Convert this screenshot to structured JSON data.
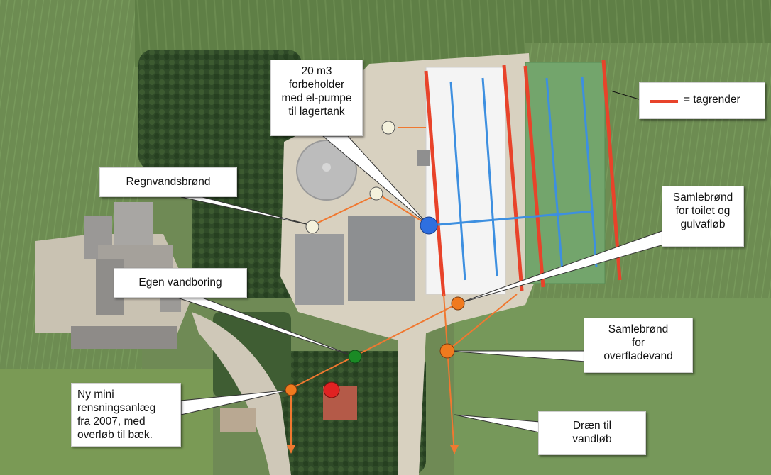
{
  "map": {
    "legend": {
      "text": "= tagrender",
      "color": "#e8432a"
    },
    "callouts": [
      {
        "id": "forbeholder",
        "text": "20 m3\nforbeholder\nmed el-pumpe\ntil lagertank"
      },
      {
        "id": "regnvand",
        "text": "Regnvandsbrønd"
      },
      {
        "id": "samle-toilet",
        "text": "Samlebrønd\nfor toilet og\ngulvafløb"
      },
      {
        "id": "vandboring",
        "text": "Egen vandboring"
      },
      {
        "id": "samle-overflade",
        "text": "Samlebrønd\nfor\noverfladevand"
      },
      {
        "id": "rensning",
        "text": "Ny mini\nrensningsanlæg\nfra 2007, med\noverløb til bæk."
      },
      {
        "id": "draen",
        "text": "Dræn til\nvandløb"
      }
    ],
    "colors": {
      "gutter": "#e8432a",
      "drain": "#3d8fe0",
      "pipe": "#f07830",
      "pump": "#2e6fe0",
      "well_overflow": "#f07a1e",
      "borehole": "#1a8a25",
      "red_marker": "#e02222",
      "rainwell": "#f4f1dc",
      "green_roof": "#73a56c"
    }
  }
}
